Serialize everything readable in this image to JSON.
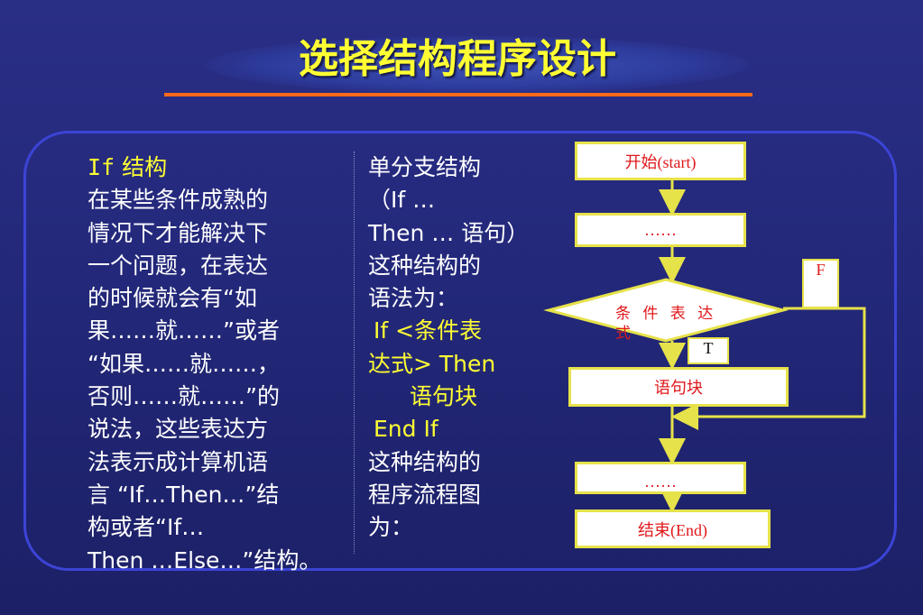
{
  "slide": {
    "title": "选择结构程序设计"
  },
  "left_text": {
    "heading_prefix": "If",
    "heading_suffix": "结构",
    "lines": [
      "在某些条件成熟的",
      "情况下才能解决下",
      "一个问题，在表达",
      "的时候就会有“如",
      "果……就……”或者",
      "“如果……就……，",
      "否则……就……”的",
      "说法，这些表达方",
      "法表示成计算机语",
      "言 “If…Then…”结",
      "构或者“If…",
      "Then …Else…”结构。"
    ]
  },
  "middle_text": {
    "line1": "单分支结构",
    "line2": "（If …",
    "line3": "Then … 语句）",
    "line4": "这种结构的",
    "line5": "语法为：",
    "syntax_if": "If <条件表",
    "syntax_if2": "达式> Then",
    "syntax_block": "语句块",
    "syntax_end": "End If",
    "line6": "这种结构的",
    "line7": "程序流程图",
    "line8": "为："
  },
  "flowchart": {
    "start": "开始(start)",
    "step1": "……",
    "condition": "条 件 表 达 式",
    "false_label": "F",
    "true_label": "T",
    "block": "语句块",
    "step2": "……",
    "end": "结束(End)",
    "colors": {
      "box_fill": "#ffffff",
      "box_border": "#e6e24a",
      "line": "#e6e24a",
      "text": "#e0181c"
    }
  }
}
